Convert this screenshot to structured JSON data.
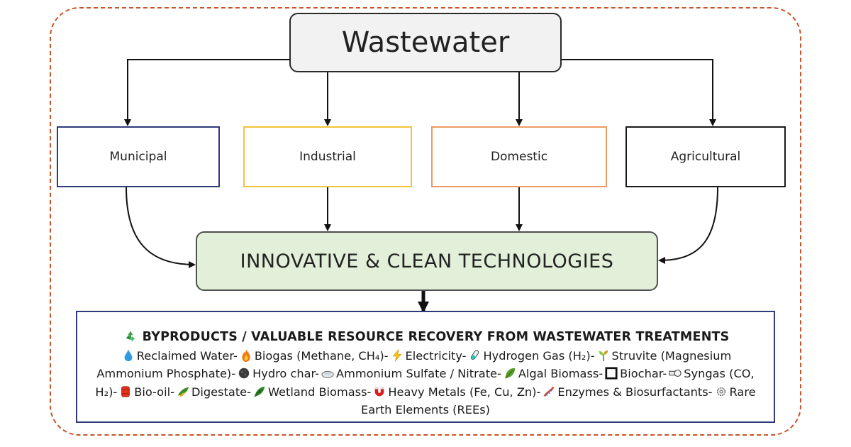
{
  "diagram": {
    "root": "Wastewater",
    "sources": [
      "Municipal",
      "Industrial",
      "Domestic",
      "Agricultural"
    ],
    "technology": "INNOVATIVE & CLEAN TECHNOLOGIES",
    "byproducts_title": "BYPRODUCTS / VALUABLE RESOURCE RECOVERY FROM WASTEWATER TREATMENTS",
    "byproducts_items": [
      "Reclaimed Water",
      "Biogas (Methane, CH₄)",
      "Electricity",
      "Hydrogen Gas (H₂)",
      "Struvite (Magnesium Ammonium Phosphate)",
      "Hydro char",
      "Ammonium Sulfate / Nitrate",
      "Algal Biomass",
      "Biochar",
      "Syngas (CO, H₂)",
      "Bio-oil",
      "Digestate",
      "Wetland Biomass",
      "Heavy Metals (Fe, Cu, Zn)",
      "Enzymes & Biosurfactants",
      "Rare Earth Elements (REEs)"
    ],
    "icons": [
      "recycle-icon",
      "water-drop-icon",
      "flame-icon",
      "lightning-icon",
      "test-tube-icon",
      "sprout-icon",
      "coal-icon",
      "salt-dish-icon",
      "leaf-icon",
      "biochar-square-icon",
      "gas-pipe-icon",
      "barrel-icon",
      "digestate-leaf-icon",
      "wetland-leaf-icon",
      "magnet-icon",
      "enzyme-icon",
      "gear-icon"
    ]
  },
  "colors": {
    "frame": "#c8552a",
    "municipal": "#2f3a7a",
    "industrial": "#f2c53a",
    "domestic": "#ec9a66",
    "agricultural": "#1a1a1a",
    "technology_fill": "#e2f0d9",
    "root_fill": "#f2f2f2"
  }
}
